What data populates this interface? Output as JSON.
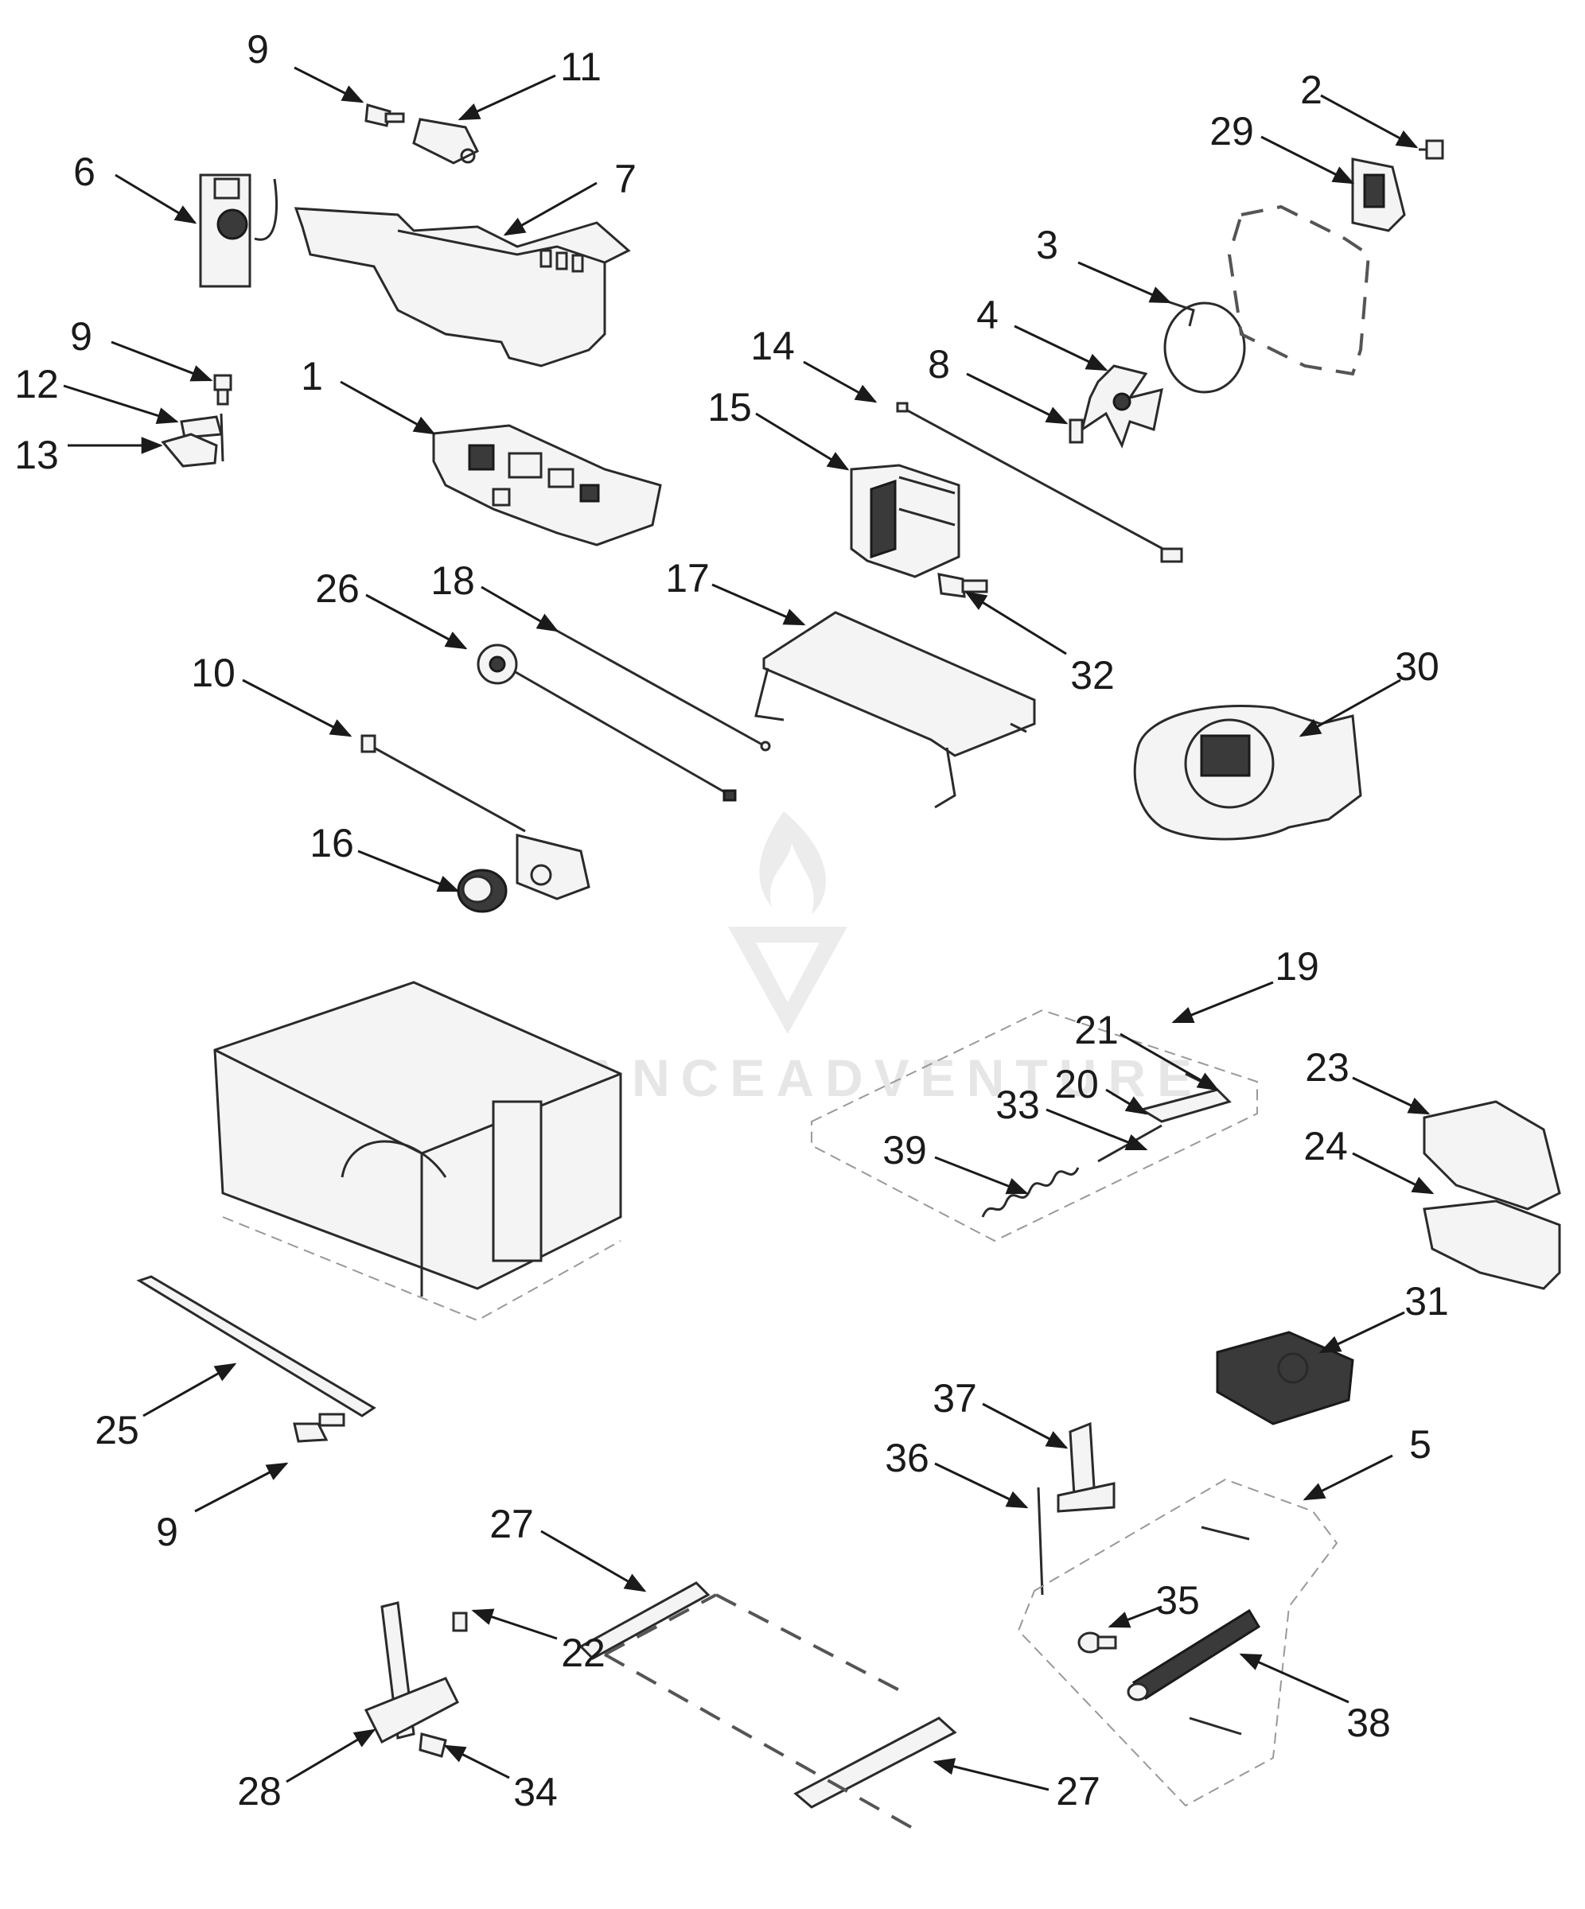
{
  "diagram": {
    "watermark": {
      "text": "APPLIANCEADVENTURE"
    },
    "callouts": [
      {
        "id": "c-9a",
        "label": "9"
      },
      {
        "id": "c-11",
        "label": "11"
      },
      {
        "id": "c-2",
        "label": "2"
      },
      {
        "id": "c-29",
        "label": "29"
      },
      {
        "id": "c-6",
        "label": "6"
      },
      {
        "id": "c-7",
        "label": "7"
      },
      {
        "id": "c-3",
        "label": "3"
      },
      {
        "id": "c-4",
        "label": "4"
      },
      {
        "id": "c-14",
        "label": "14"
      },
      {
        "id": "c-8",
        "label": "8"
      },
      {
        "id": "c-9b",
        "label": "9"
      },
      {
        "id": "c-12",
        "label": "12"
      },
      {
        "id": "c-13",
        "label": "13"
      },
      {
        "id": "c-1",
        "label": "1"
      },
      {
        "id": "c-15",
        "label": "15"
      },
      {
        "id": "c-26",
        "label": "26"
      },
      {
        "id": "c-18",
        "label": "18"
      },
      {
        "id": "c-17",
        "label": "17"
      },
      {
        "id": "c-32",
        "label": "32"
      },
      {
        "id": "c-30",
        "label": "30"
      },
      {
        "id": "c-10",
        "label": "10"
      },
      {
        "id": "c-16",
        "label": "16"
      },
      {
        "id": "c-19",
        "label": "19"
      },
      {
        "id": "c-21",
        "label": "21"
      },
      {
        "id": "c-20",
        "label": "20"
      },
      {
        "id": "c-33",
        "label": "33"
      },
      {
        "id": "c-23",
        "label": "23"
      },
      {
        "id": "c-39",
        "label": "39"
      },
      {
        "id": "c-24",
        "label": "24"
      },
      {
        "id": "c-31",
        "label": "31"
      },
      {
        "id": "c-25",
        "label": "25"
      },
      {
        "id": "c-9c",
        "label": "9"
      },
      {
        "id": "c-37",
        "label": "37"
      },
      {
        "id": "c-36",
        "label": "36"
      },
      {
        "id": "c-5",
        "label": "5"
      },
      {
        "id": "c-27a",
        "label": "27"
      },
      {
        "id": "c-35",
        "label": "35"
      },
      {
        "id": "c-22",
        "label": "22"
      },
      {
        "id": "c-38",
        "label": "38"
      },
      {
        "id": "c-28",
        "label": "28"
      },
      {
        "id": "c-34",
        "label": "34"
      },
      {
        "id": "c-27b",
        "label": "27"
      }
    ]
  }
}
